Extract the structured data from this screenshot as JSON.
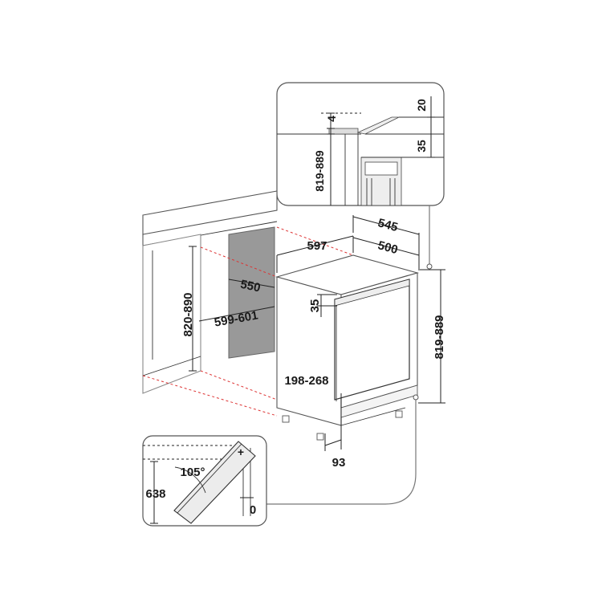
{
  "labels": {
    "detail_4": "4",
    "detail_20": "20",
    "detail_35": "35",
    "detail_819_889": "819-889",
    "width_545": "545",
    "width_597": "597",
    "depth_500": "500",
    "niche_550": "550",
    "niche_599_601": "599-601",
    "niche_820_890": "820-890",
    "top_35": "35",
    "height_819_889": "819-889",
    "plinth_198_268": "198-268",
    "plinth_93": "93",
    "door_105": "105°",
    "door_638": "638",
    "door_0": "0"
  }
}
